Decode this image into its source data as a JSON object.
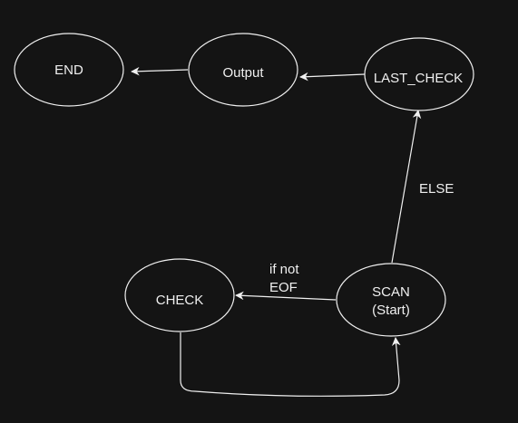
{
  "diagram": {
    "nodes": {
      "end": {
        "label": "END"
      },
      "output": {
        "label": "Output"
      },
      "last_check": {
        "label": "LAST_CHECK"
      },
      "check": {
        "label": "CHECK"
      },
      "scan": {
        "label_line1": "SCAN",
        "label_line2": "(Start)"
      }
    },
    "edges": {
      "scan_to_check": {
        "label_line1": "if not",
        "label_line2": "EOF"
      },
      "scan_to_last_check": {
        "label": "ELSE"
      }
    },
    "colors": {
      "background": "#141414",
      "stroke": "#f0f0f0",
      "text": "#f0f0f0"
    }
  }
}
